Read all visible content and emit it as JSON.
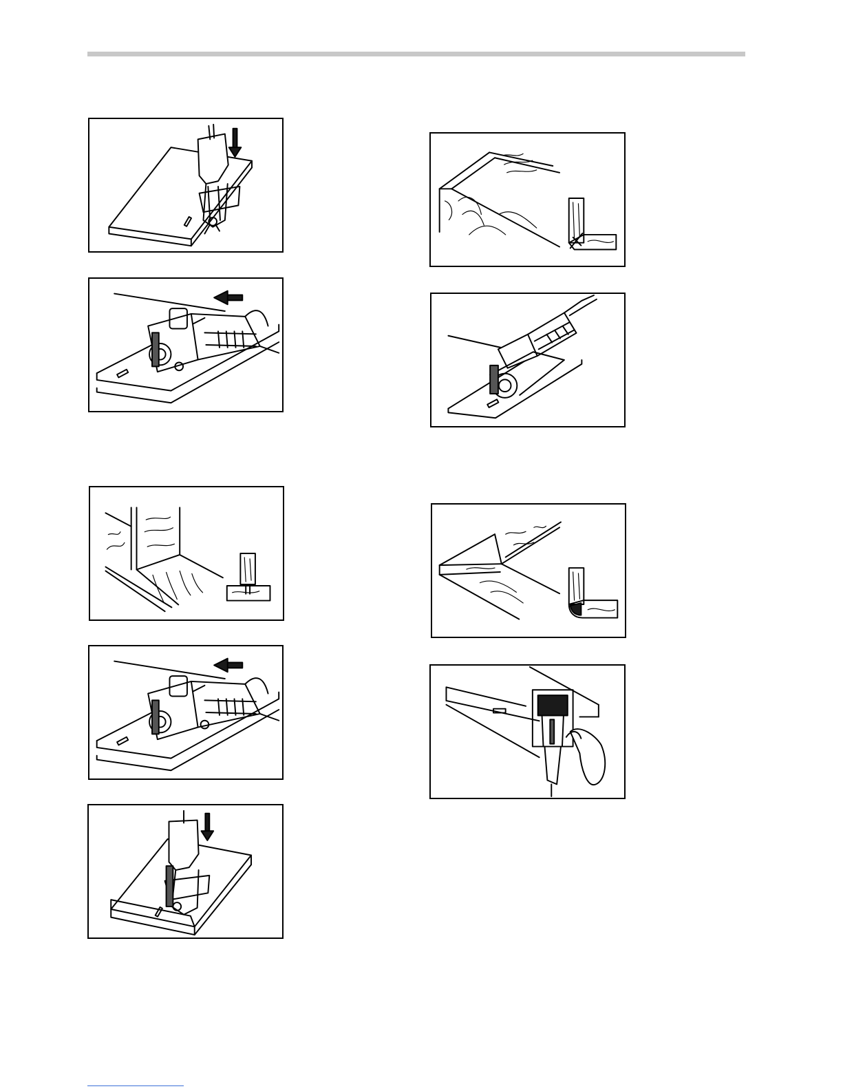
{
  "page": {
    "header_rule": true,
    "footer_link": true
  },
  "figures": [
    {
      "id": "fig1",
      "icon": "biscuit-joiner-plunge-down-icon"
    },
    {
      "id": "fig2",
      "icon": "biscuit-joiner-edge-cut-icon"
    },
    {
      "id": "fig3",
      "icon": "miter-joint-icon"
    },
    {
      "id": "fig4",
      "icon": "biscuit-joiner-miter-cut-icon"
    },
    {
      "id": "fig5",
      "icon": "t-joint-icon"
    },
    {
      "id": "fig6",
      "icon": "biscuit-joiner-edge-cut-icon"
    },
    {
      "id": "fig7",
      "icon": "corner-joint-icon"
    },
    {
      "id": "fig8",
      "icon": "biscuit-joiner-top-view-icon"
    },
    {
      "id": "fig9",
      "icon": "biscuit-joiner-plunge-down-icon"
    }
  ]
}
